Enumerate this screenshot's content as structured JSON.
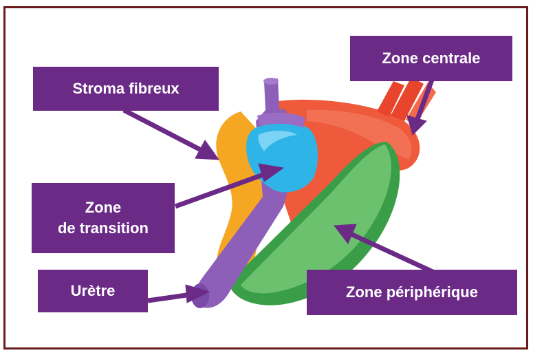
{
  "labels": {
    "stroma": "Stroma fibreux",
    "centrale": "Zone centrale",
    "transition_line1": "Zone",
    "transition_line2": "de transition",
    "uretre": "Urètre",
    "peripherique": "Zone périphérique"
  },
  "colors": {
    "label_bg": "#6b2a86",
    "label_text": "#ffffff",
    "frame": "#6a1a1a",
    "stroma": "#f5a623",
    "central_zone": "#ef5a3c",
    "transition_zone": "#2fb4e8",
    "peripheral_zone": "#3aa84a",
    "urethra": "#8d5fb8"
  }
}
